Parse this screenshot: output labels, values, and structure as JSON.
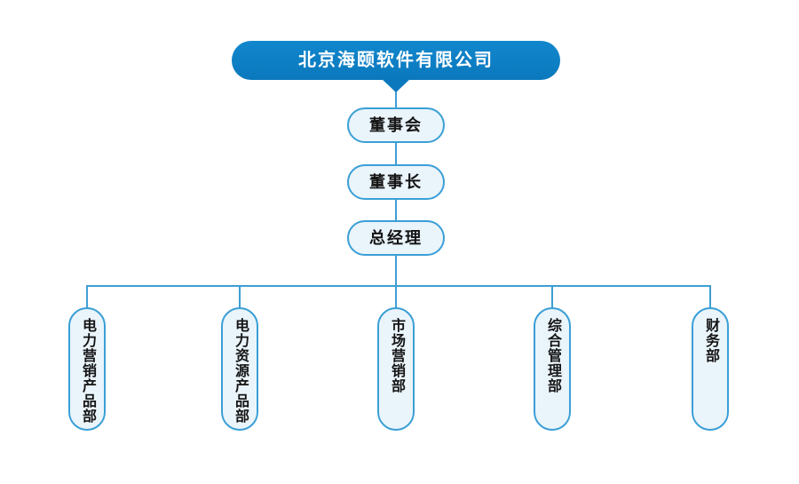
{
  "org_chart": {
    "root": {
      "label": "北京海颐软件有限公司"
    },
    "chain": [
      {
        "label": "董事会"
      },
      {
        "label": "董事长"
      },
      {
        "label": "总经理"
      }
    ],
    "departments": [
      {
        "label": "电力营销产品部"
      },
      {
        "label": "电力资源产品部"
      },
      {
        "label": "市场营销部"
      },
      {
        "label": "综合管理部"
      },
      {
        "label": "财务部"
      }
    ],
    "colors": {
      "root_fill": "#0e80c6",
      "root_text": "#ffffff",
      "node_fill": "#eaf4fb",
      "node_border": "#3a9fd6",
      "connector": "#3f9ed3",
      "node_text": "#141414",
      "background": "#ffffff"
    }
  }
}
